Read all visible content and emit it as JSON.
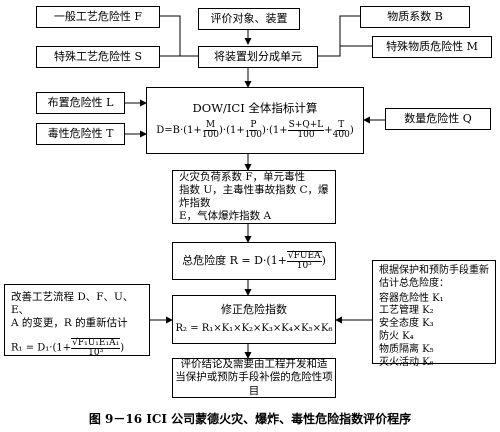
{
  "top": {
    "general_hazard": "一般工艺危险性 F",
    "special_hazard": "特殊工艺危险性 S",
    "eval_object": "评价对象、装置",
    "split_units": "将装置划分成单元",
    "material_coef": "物质系数 B",
    "special_material": "特殊物质危险性 M"
  },
  "middle": {
    "layout_hazard": "布置危险性 L",
    "toxic_hazard": "毒性危险性 T",
    "quantity_hazard": "数量危险性 Q",
    "calc_title": "DOW/ICI 全体指标计算",
    "calc_formula_prefix": "D=B·",
    "calc_formula_terms": [
      "M/100",
      "P/100",
      "S+Q+L/100",
      "T/400"
    ]
  },
  "fire": {
    "line1": "火灾负荷系数 F，单元毒性",
    "line2": "指数 U，主毒性事故指数 C，爆炸指数",
    "line3": "E，气体爆炸指数 A"
  },
  "total": {
    "label": "总危险度 R = D·",
    "expr": "(1+ √FUEA / 10³ )"
  },
  "left_box": {
    "line1": "改善工艺流程 D、F、U、E、",
    "line2": "A 的变更，R 的重新估计",
    "formula": "R₁ = D₁·(1+ √F₁U₁E₁A₁ / 10³ )"
  },
  "correction": {
    "title": "修正危险指数",
    "formula": "R₂ = R₁×K₁×K₂×K₃×K₄×K₅×K₆"
  },
  "right_box": {
    "title": "根据保护和预防手段重新估计总危险度：",
    "items": [
      "容器危险性 K₁",
      "工艺管理 K₂",
      "安全态度 K₃",
      "防火 K₄",
      "物质隔离 K₅",
      "灭火活动 K₆"
    ]
  },
  "final": {
    "line1": "评价结论及需要由工程开发和适",
    "line2": "当保护或预防手段补偿的危险性项目"
  },
  "caption": "图 9－16   ICI 公司蒙德火灾、爆炸、毒性危险指数评价程序"
}
